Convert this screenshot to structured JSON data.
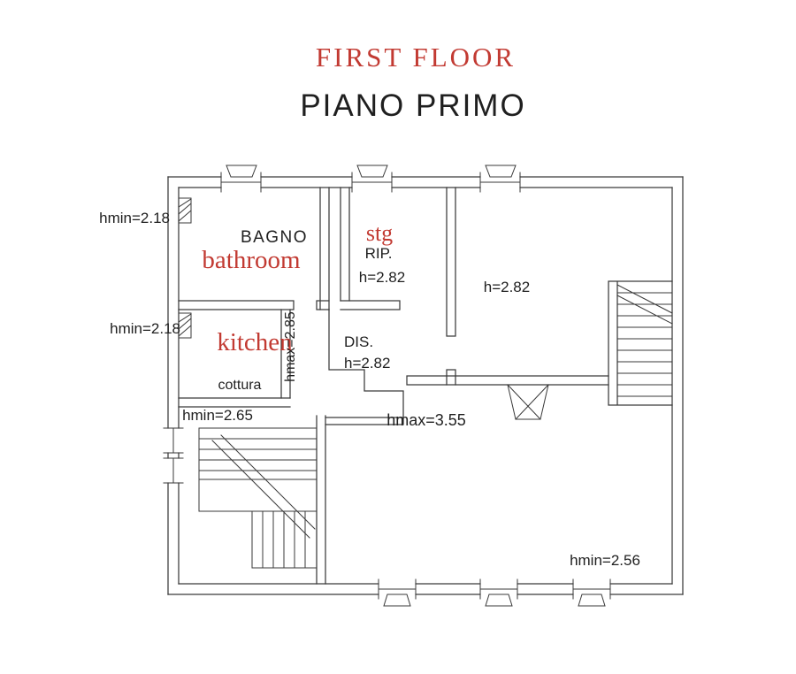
{
  "colors": {
    "accent_red": "#c23a32",
    "text": "#1f1f1f",
    "line": "#3a3a3a",
    "background": "#ffffff"
  },
  "header": {
    "title": "FIRST FLOOR",
    "subtitle": "PIANO PRIMO"
  },
  "plan": {
    "bagno": {
      "name": "BAGNO",
      "note": "bathroom"
    },
    "storage": {
      "note": "stg",
      "name": "RIP.",
      "height": "h=2.82"
    },
    "main_room": {
      "height": "h=2.82"
    },
    "hallway": {
      "name": "DIS.",
      "height": "h=2.82"
    },
    "kitchen": {
      "note": "kitchen",
      "name": "cottura"
    },
    "dims": {
      "hmin_top": "hmin=2.18",
      "hmin_mid": "hmin=2.18",
      "hmin_stair": "hmin=2.65",
      "hmax_wall": "hmax=2.85",
      "hmax_room": "hmax=3.55",
      "hmin_bottom": "hmin=2.56"
    }
  }
}
